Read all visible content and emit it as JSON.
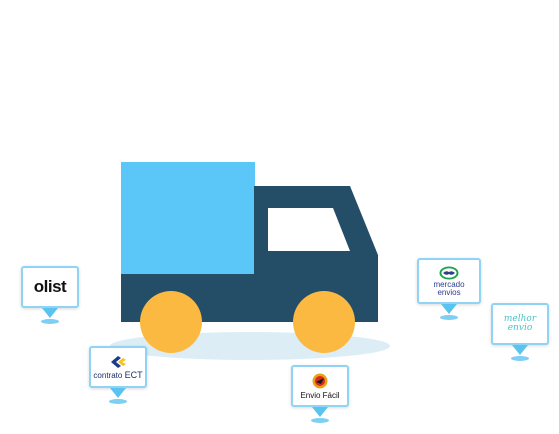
{
  "colors": {
    "truck_cargo": "#5bc6f8",
    "truck_cab": "#244e68",
    "truck_window": "#ffffff",
    "wheel": "#fbb941",
    "ground_shadow": "#dcedf5",
    "badge_border": "#8fd3f5",
    "pin": "#5ac3ef"
  },
  "partners": {
    "olist": {
      "label": "olist"
    },
    "contrato_ect": {
      "label_prefix": "contrato",
      "label_strong": "ECT"
    },
    "envio_facil": {
      "label": "Envio Fácil"
    },
    "mercado_envios": {
      "label": "mercado\nenvios"
    },
    "melhor_envio": {
      "label": "melhor\nenvio"
    }
  }
}
